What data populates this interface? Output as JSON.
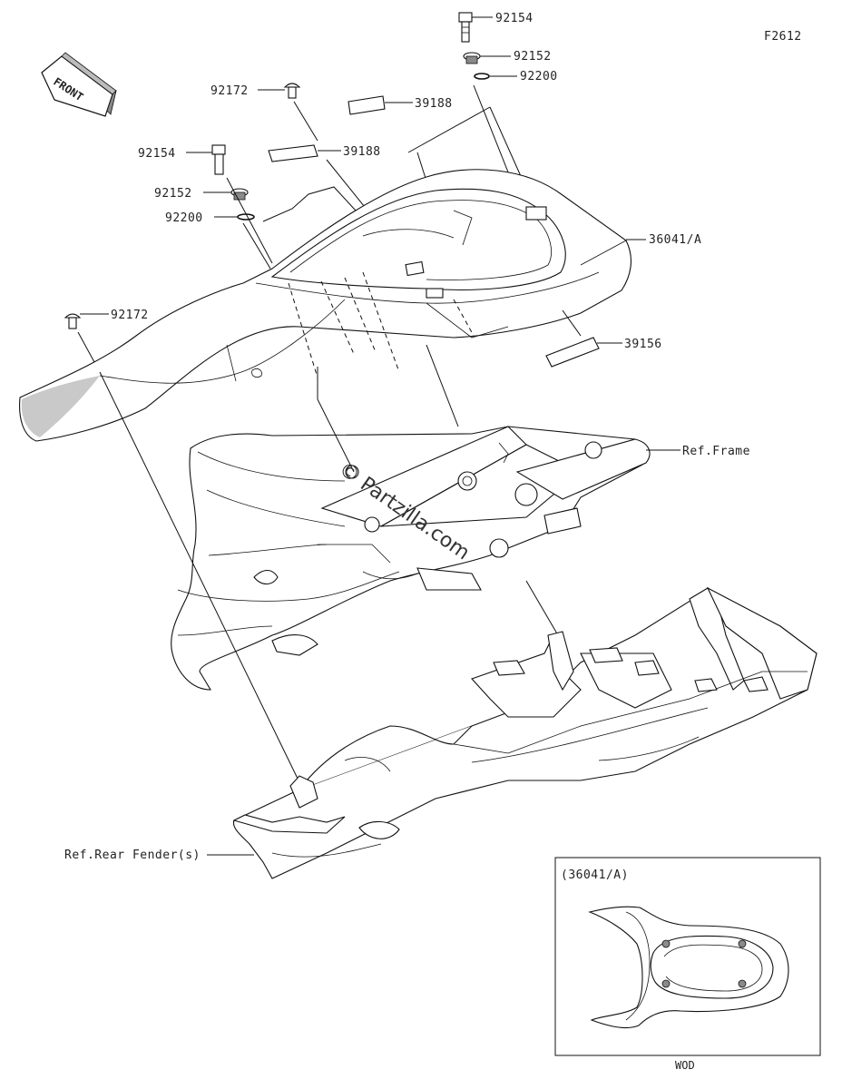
{
  "figure_code": "F2612",
  "front_label": "FRONT",
  "watermark": "© Partzilla.com",
  "callouts": {
    "bolt_92154_top": "92154",
    "washer_92152_top": "92152",
    "ring_92200_top": "92200",
    "bolt_92172_top": "92172",
    "label_39188_top": "39188",
    "label_39188_mid": "39188",
    "bolt_92154_left": "92154",
    "washer_92152_left": "92152",
    "ring_92200_left": "92200",
    "seat_36041a": "36041/A",
    "bolt_92172_left": "92172",
    "label_39156": "39156",
    "ref_frame": "Ref.Frame",
    "ref_rear_fender": "Ref.Rear Fender(s)"
  },
  "inset": {
    "title": "(36041/A)",
    "caption": "WOD"
  }
}
